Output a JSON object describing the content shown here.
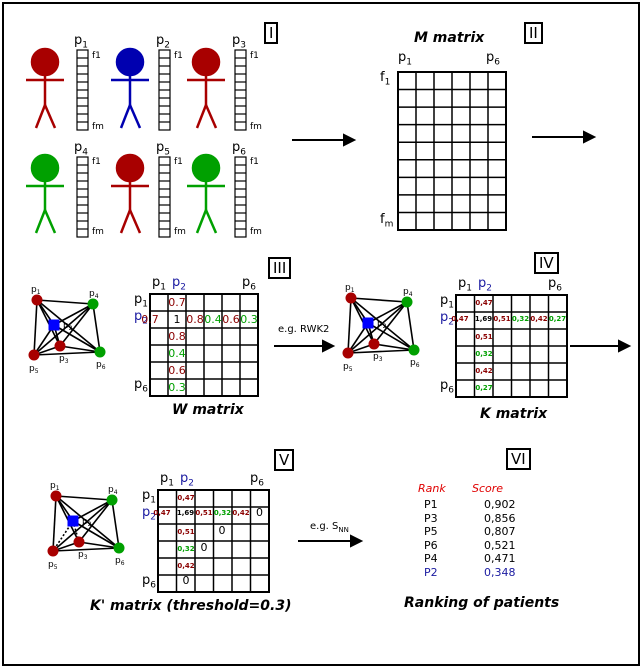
{
  "panels": {
    "I": {
      "roman": "I"
    },
    "II": {
      "roman": "II",
      "title": "M matrix"
    },
    "III": {
      "roman": "III",
      "title": "W matrix"
    },
    "IV": {
      "roman": "IV",
      "title": "K matrix"
    },
    "V": {
      "roman": "V",
      "title": "K' matrix (threshold=0.3)"
    },
    "VI": {
      "roman": "VI",
      "title": "Ranking of patients"
    }
  },
  "labels": {
    "p1": "p",
    "s1": "1",
    "s2": "2",
    "s3": "3",
    "s4": "4",
    "s5": "5",
    "s6": "6",
    "f1": "f1",
    "fm": "fm"
  },
  "arrows": {
    "rwk": "e.g. RWK2",
    "snn_a": "e.g. S",
    "snn_b": "NN"
  },
  "w_matrix": {
    "row": [
      "0.7",
      "1",
      "0.8",
      "0.4",
      "0.6",
      "0.3"
    ],
    "col": [
      "0.7",
      "0.8",
      "0.4",
      "0.6",
      "0.3"
    ]
  },
  "k_matrix": {
    "row": [
      "0,47",
      "1,69",
      "0,51",
      "0,32",
      "0,42",
      "0,27"
    ],
    "col": [
      "0,47",
      "0,51",
      "0,32",
      "0,42",
      "0,27"
    ]
  },
  "kp_matrix": {
    "row": [
      "0,47",
      "1,69",
      "0,51",
      "0,32",
      "0,42",
      "0"
    ],
    "col": [
      "0,47",
      "0,51",
      "0,32",
      "0,42"
    ],
    "zeros": [
      "0",
      "0",
      "0"
    ]
  },
  "ranking": {
    "header_rank": "Rank",
    "header_score": "Score",
    "rows": [
      {
        "rank": "P1",
        "score": "0,902"
      },
      {
        "rank": "P3",
        "score": "0,856"
      },
      {
        "rank": "P5",
        "score": "0,807"
      },
      {
        "rank": "P6",
        "score": "0,521"
      },
      {
        "rank": "P4",
        "score": "0,471"
      },
      {
        "rank": "P2",
        "score": "0,348"
      }
    ]
  },
  "colors": {
    "red": "#a80000",
    "blue": "#0000b0",
    "green": "#00a000",
    "darkred": "#8b0000",
    "rank_red": "#e00000",
    "navy": "#1a1aa0"
  }
}
